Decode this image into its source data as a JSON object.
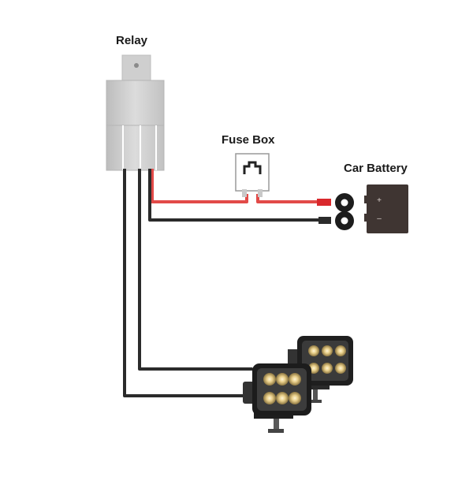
{
  "labels": {
    "relay": "Relay",
    "fuse_box": "Fuse Box",
    "car_battery": "Car Battery"
  },
  "battery": {
    "positive": "+",
    "negative": "–"
  },
  "colors": {
    "positive_wire": "#d9282c",
    "ground_wire": "#2b2b2b",
    "relay_body": "#d1d1d1",
    "battery_body": "#3f3532"
  }
}
